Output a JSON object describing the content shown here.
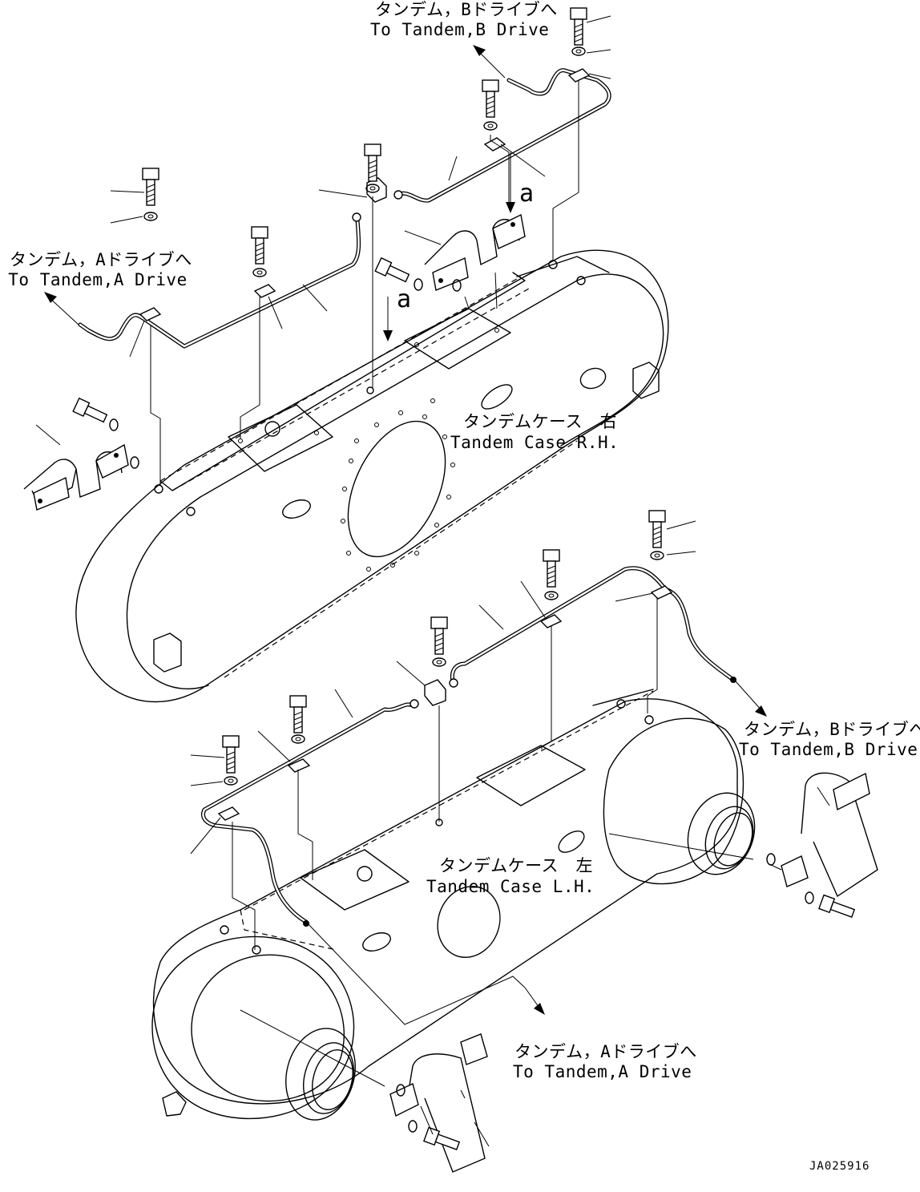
{
  "labels": {
    "top_b_drive_jp": "タンデム，Bドライブへ",
    "top_b_drive_en": "To Tandem,B Drive",
    "top_a_drive_jp": "タンデム，Aドライブへ",
    "top_a_drive_en": "To Tandem,A Drive",
    "case_rh_jp": "タンデムケース　右",
    "case_rh_en": "Tandem Case R.H.",
    "mid_b_drive_jp": "タンデム，Bドライブへ",
    "mid_b_drive_en": "To Tandem,B Drive",
    "case_lh_jp": "タンデムケース　左",
    "case_lh_en": "Tandem Case L.H.",
    "bottom_a_drive_jp": "タンデム，Aドライブへ",
    "bottom_a_drive_en": "To Tandem,A Drive",
    "detail_a_upper": "a",
    "detail_a_lower": "a",
    "drawing_id": "JA025916"
  }
}
